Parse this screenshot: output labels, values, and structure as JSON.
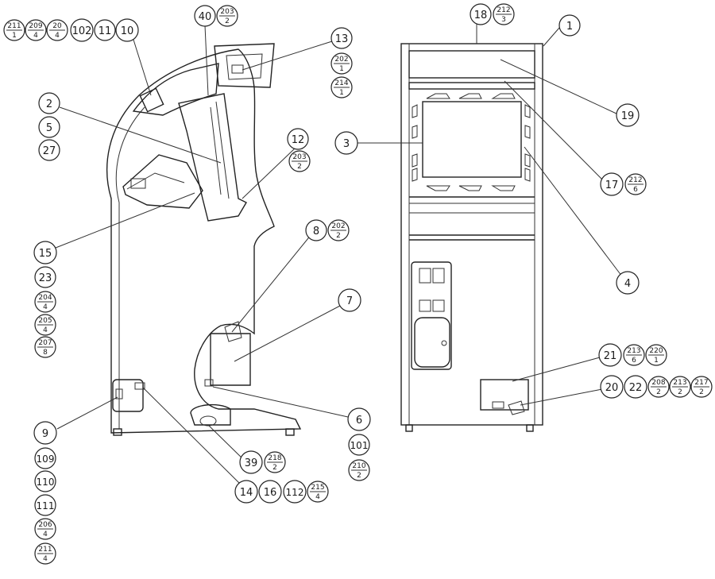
{
  "drawing": {
    "side_view_label": "",
    "front_view_label": ""
  },
  "callouts": {
    "c1": "1",
    "c2": "2",
    "c3": "3",
    "c4": "4",
    "c5": "5",
    "c6": "6",
    "c7": "7",
    "c8": "8",
    "c9": "9",
    "c10": "10",
    "c11": "11",
    "c12": "12",
    "c13": "13",
    "c14": "14",
    "c15": "15",
    "c16": "16",
    "c17": "17",
    "c18": "18",
    "c19": "19",
    "c20": "20",
    "c21": "21",
    "c22": "22",
    "c23": "23",
    "c27": "27",
    "c39": "39",
    "c40": "40",
    "c101": "101",
    "c102": "102",
    "c109": "109",
    "c110": "110",
    "c111": "111",
    "c112": "112"
  },
  "fractions": {
    "f211_1": {
      "num": "211",
      "den": "1"
    },
    "f209_4": {
      "num": "209",
      "den": "4"
    },
    "f20_4": {
      "num": "20",
      "den": "4"
    },
    "f203_2a": {
      "num": "203",
      "den": "2"
    },
    "f202_1": {
      "num": "202",
      "den": "1"
    },
    "f214_1": {
      "num": "214",
      "den": "1"
    },
    "f203_2b": {
      "num": "203",
      "den": "2"
    },
    "f202_2": {
      "num": "202",
      "den": "2"
    },
    "f204_4": {
      "num": "204",
      "den": "4"
    },
    "f205_4": {
      "num": "205",
      "den": "4"
    },
    "f207_8": {
      "num": "207",
      "den": "8"
    },
    "f218_2": {
      "num": "218",
      "den": "2"
    },
    "f215_4": {
      "num": "215",
      "den": "4"
    },
    "f210_2": {
      "num": "210",
      "den": "2"
    },
    "f206_4": {
      "num": "206",
      "den": "4"
    },
    "f211_4": {
      "num": "211",
      "den": "4"
    },
    "f212_3": {
      "num": "212",
      "den": "3"
    },
    "f212_6": {
      "num": "212",
      "den": "6"
    },
    "f213_6": {
      "num": "213",
      "den": "6"
    },
    "f220_1": {
      "num": "220",
      "den": "1"
    },
    "f208_2": {
      "num": "208",
      "den": "2"
    },
    "f213_2": {
      "num": "213",
      "den": "2"
    },
    "f217_2": {
      "num": "217",
      "den": "2"
    }
  }
}
